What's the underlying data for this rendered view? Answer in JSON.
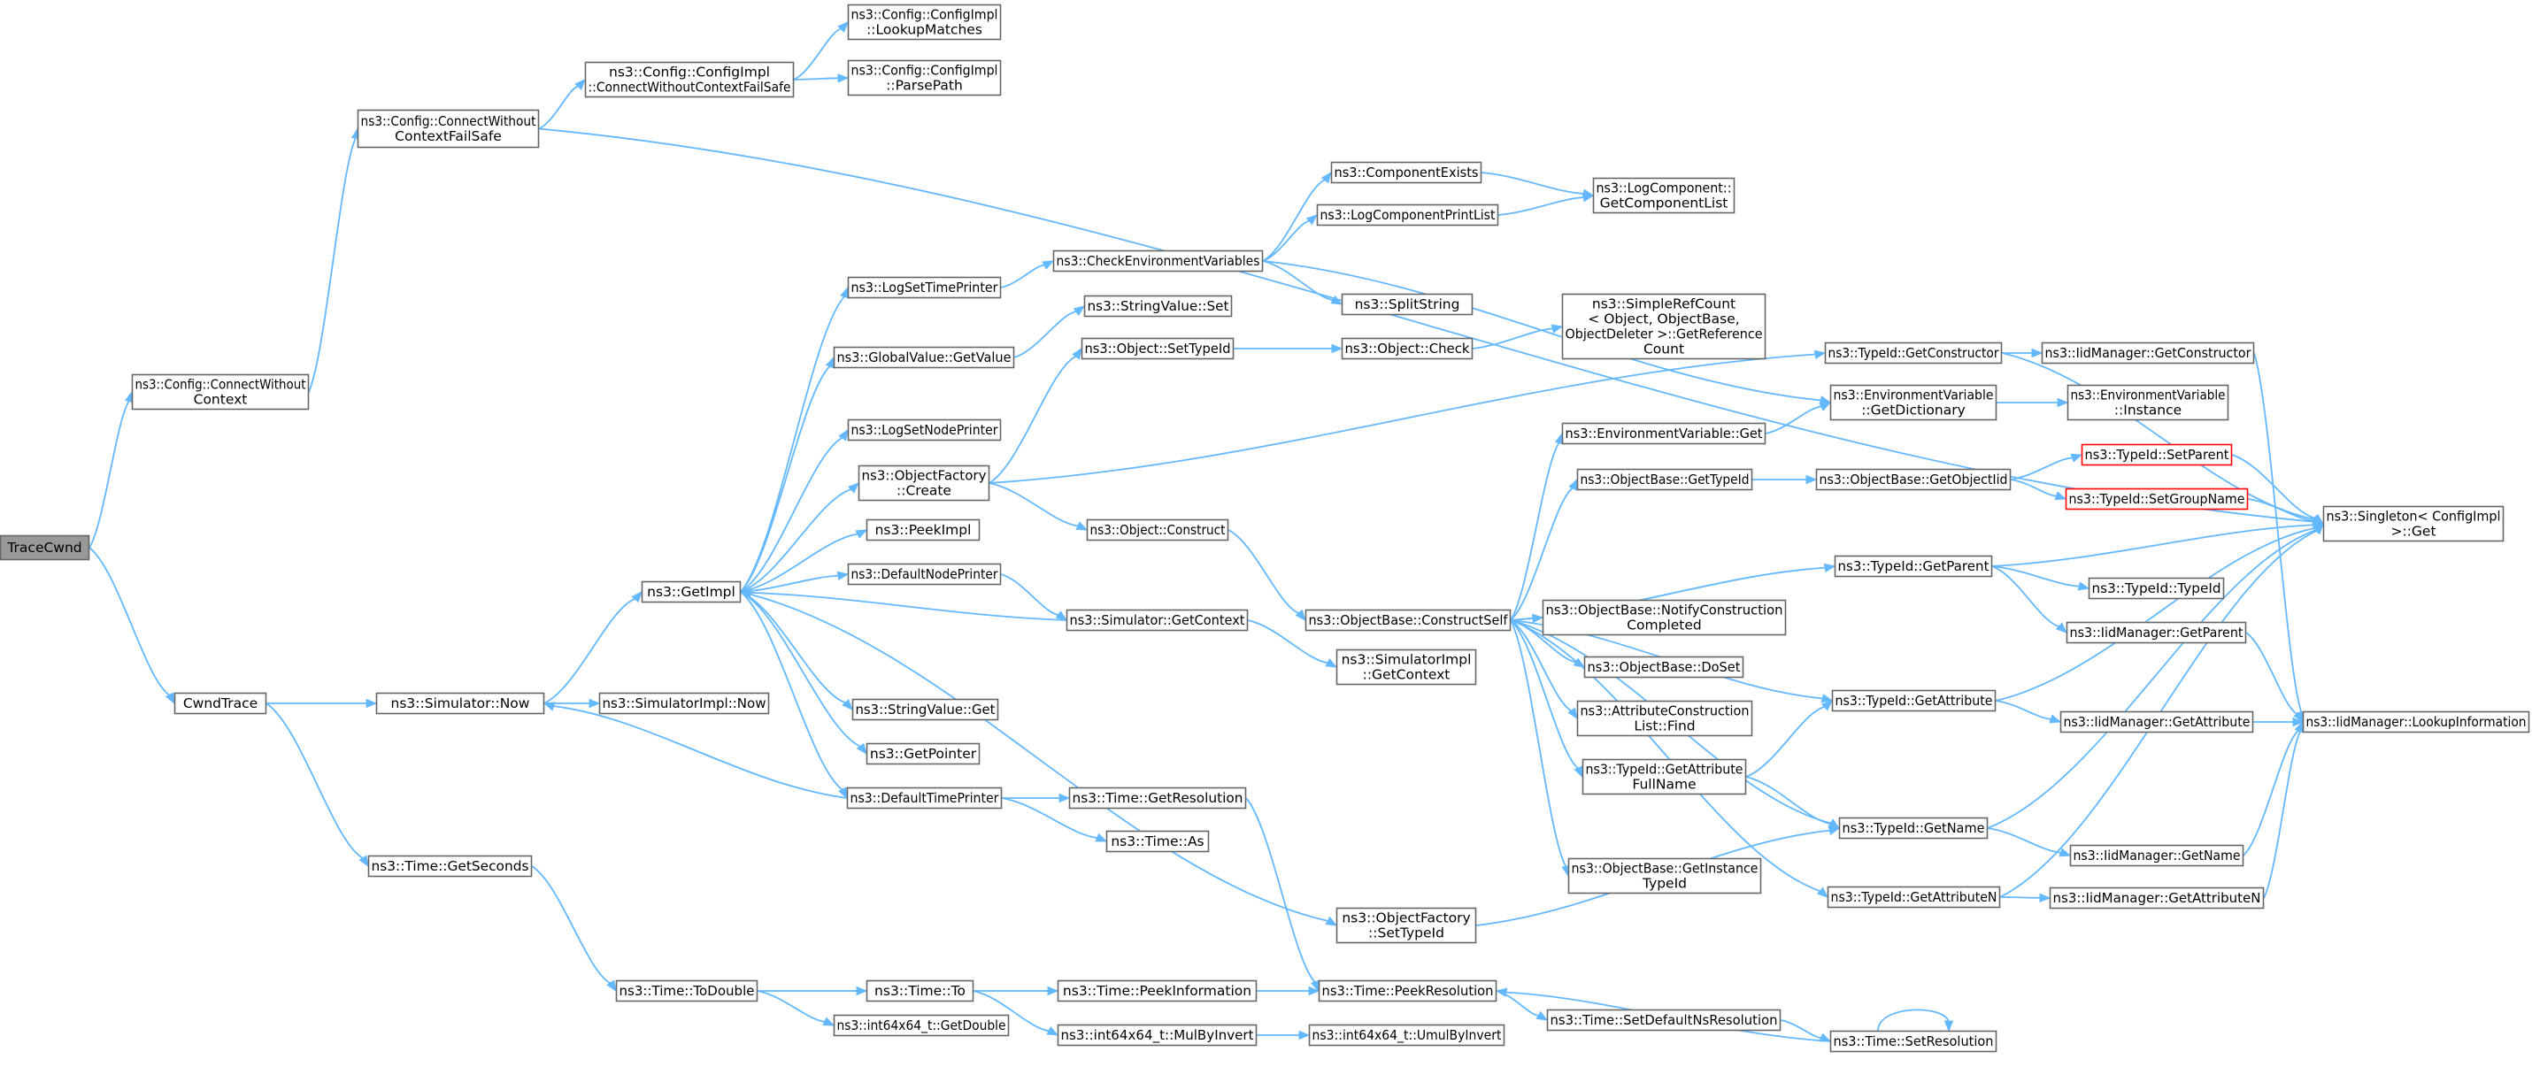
{
  "colors": {
    "edge": "#63b8ff",
    "border": "#666666",
    "root_fill": "#999999",
    "highlight_border": "#ff0000"
  },
  "nodes": [
    {
      "id": "n_tracecwnd",
      "lines": [
        "TraceCwnd"
      ],
      "root": true
    },
    {
      "id": "n_connectwithoutcontext",
      "lines": [
        "ns3::Config::ConnectWithout",
        "Context"
      ]
    },
    {
      "id": "n_cwndtrace",
      "lines": [
        "CwndTrace"
      ]
    },
    {
      "id": "n_connectwithoutcontextfailsafe",
      "lines": [
        "ns3::Config::ConnectWithout",
        "ContextFailSafe"
      ]
    },
    {
      "id": "n_configimpl_connectfailsafe",
      "lines": [
        "ns3::Config::ConfigImpl",
        "::ConnectWithoutContextFailSafe"
      ]
    },
    {
      "id": "n_configimpl_lookupmatches",
      "lines": [
        "ns3::Config::ConfigImpl",
        "::LookupMatches"
      ]
    },
    {
      "id": "n_configimpl_parsepath",
      "lines": [
        "ns3::Config::ConfigImpl",
        "::ParsePath"
      ]
    },
    {
      "id": "n_simulator_now",
      "lines": [
        "ns3::Simulator::Now"
      ]
    },
    {
      "id": "n_simulatorimpl_now",
      "lines": [
        "ns3::SimulatorImpl::Now"
      ]
    },
    {
      "id": "n_time_getseconds",
      "lines": [
        "ns3::Time::GetSeconds"
      ]
    },
    {
      "id": "n_time_todouble",
      "lines": [
        "ns3::Time::ToDouble"
      ]
    },
    {
      "id": "n_time_to",
      "lines": [
        "ns3::Time::To"
      ]
    },
    {
      "id": "n_int64_getdouble",
      "lines": [
        "ns3::int64x64_t::GetDouble"
      ]
    },
    {
      "id": "n_getimpl",
      "lines": [
        "ns3::GetImpl"
      ]
    },
    {
      "id": "n_logsettimeprinter",
      "lines": [
        "ns3::LogSetTimePrinter"
      ]
    },
    {
      "id": "n_globalvalue_getvalue",
      "lines": [
        "ns3::GlobalValue::GetValue"
      ]
    },
    {
      "id": "n_logsetnodeprinter",
      "lines": [
        "ns3::LogSetNodePrinter"
      ]
    },
    {
      "id": "n_objectfactory_create",
      "lines": [
        "ns3::ObjectFactory",
        "::Create"
      ]
    },
    {
      "id": "n_peekimpl",
      "lines": [
        "ns3::PeekImpl"
      ]
    },
    {
      "id": "n_defaultnodeprinter",
      "lines": [
        "ns3::DefaultNodePrinter"
      ]
    },
    {
      "id": "n_stringvalue_get",
      "lines": [
        "ns3::StringValue::Get"
      ]
    },
    {
      "id": "n_getpointer",
      "lines": [
        "ns3::GetPointer"
      ]
    },
    {
      "id": "n_defaulttimeprinter",
      "lines": [
        "ns3::DefaultTimePrinter"
      ]
    },
    {
      "id": "n_checkenvvars",
      "lines": [
        "ns3::CheckEnvironmentVariables"
      ]
    },
    {
      "id": "n_stringvalue_set",
      "lines": [
        "ns3::StringValue::Set"
      ]
    },
    {
      "id": "n_object_settypeid",
      "lines": [
        "ns3::Object::SetTypeId"
      ]
    },
    {
      "id": "n_object_construct",
      "lines": [
        "ns3::Object::Construct"
      ]
    },
    {
      "id": "n_simulator_getcontext",
      "lines": [
        "ns3::Simulator::GetContext"
      ]
    },
    {
      "id": "n_time_getresolution",
      "lines": [
        "ns3::Time::GetResolution"
      ]
    },
    {
      "id": "n_time_as",
      "lines": [
        "ns3::Time::As"
      ]
    },
    {
      "id": "n_time_peekinformation",
      "lines": [
        "ns3::Time::PeekInformation"
      ]
    },
    {
      "id": "n_int64_mulbyinvert",
      "lines": [
        "ns3::int64x64_t::MulByInvert"
      ]
    },
    {
      "id": "n_componentexists",
      "lines": [
        "ns3::ComponentExists"
      ]
    },
    {
      "id": "n_logcomponentprintlist",
      "lines": [
        "ns3::LogComponentPrintList"
      ]
    },
    {
      "id": "n_splitstring",
      "lines": [
        "ns3::SplitString"
      ]
    },
    {
      "id": "n_object_check",
      "lines": [
        "ns3::Object::Check"
      ]
    },
    {
      "id": "n_objectbase_constructself",
      "lines": [
        "ns3::ObjectBase::ConstructSelf"
      ]
    },
    {
      "id": "n_simulatorimpl_getcontext",
      "lines": [
        "ns3::SimulatorImpl",
        "::GetContext"
      ]
    },
    {
      "id": "n_objectfactory_settypeid",
      "lines": [
        "ns3::ObjectFactory",
        "::SetTypeId"
      ]
    },
    {
      "id": "n_time_peekresolution",
      "lines": [
        "ns3::Time::PeekResolution"
      ]
    },
    {
      "id": "n_int64_umulbyinvert",
      "lines": [
        "ns3::int64x64_t::UmulByInvert"
      ]
    },
    {
      "id": "n_logcomponent_getcomponentlist",
      "lines": [
        "ns3::LogComponent::",
        "GetComponentList"
      ]
    },
    {
      "id": "n_simplerefcount",
      "lines": [
        "ns3::SimpleRefCount",
        "< Object, ObjectBase,",
        "ObjectDeleter >::GetReference",
        "Count"
      ]
    },
    {
      "id": "n_envvar_get",
      "lines": [
        "ns3::EnvironmentVariable::Get"
      ]
    },
    {
      "id": "n_objectbase_gettypeid",
      "lines": [
        "ns3::ObjectBase::GetTypeId"
      ]
    },
    {
      "id": "n_objectbase_notify",
      "lines": [
        "ns3::ObjectBase::NotifyConstruction",
        "Completed"
      ]
    },
    {
      "id": "n_objectbase_doset",
      "lines": [
        "ns3::ObjectBase::DoSet"
      ]
    },
    {
      "id": "n_attrconstructionlist_find",
      "lines": [
        "ns3::AttributeConstruction",
        "List::Find"
      ]
    },
    {
      "id": "n_typeid_getattributefullname",
      "lines": [
        "ns3::TypeId::GetAttribute",
        "FullName"
      ]
    },
    {
      "id": "n_objectbase_getinstancetypeid",
      "lines": [
        "ns3::ObjectBase::GetInstance",
        "TypeId"
      ]
    },
    {
      "id": "n_time_setdefaultnsresolution",
      "lines": [
        "ns3::Time::SetDefaultNsResolution"
      ]
    },
    {
      "id": "n_typeid_getconstructor",
      "lines": [
        "ns3::TypeId::GetConstructor"
      ]
    },
    {
      "id": "n_envvar_getdictionary",
      "lines": [
        "ns3::EnvironmentVariable",
        "::GetDictionary"
      ]
    },
    {
      "id": "n_objectbase_getobjectiid",
      "lines": [
        "ns3::ObjectBase::GetObjectIid"
      ]
    },
    {
      "id": "n_typeid_getparent",
      "lines": [
        "ns3::TypeId::GetParent"
      ]
    },
    {
      "id": "n_typeid_getattribute",
      "lines": [
        "ns3::TypeId::GetAttribute"
      ]
    },
    {
      "id": "n_typeid_getname",
      "lines": [
        "ns3::TypeId::GetName"
      ]
    },
    {
      "id": "n_typeid_getattributen",
      "lines": [
        "ns3::TypeId::GetAttributeN"
      ]
    },
    {
      "id": "n_time_setresolution",
      "lines": [
        "ns3::Time::SetResolution"
      ]
    },
    {
      "id": "n_iidmanager_getconstructor",
      "lines": [
        "ns3::IidManager::GetConstructor"
      ]
    },
    {
      "id": "n_envvar_instance",
      "lines": [
        "ns3::EnvironmentVariable",
        "::Instance"
      ]
    },
    {
      "id": "n_typeid_setparent",
      "lines": [
        "ns3::TypeId::SetParent"
      ],
      "highlight": true
    },
    {
      "id": "n_typeid_setgroupname",
      "lines": [
        "ns3::TypeId::SetGroupName"
      ],
      "highlight": true
    },
    {
      "id": "n_typeid_typeid",
      "lines": [
        "ns3::TypeId::TypeId"
      ]
    },
    {
      "id": "n_iidmanager_getparent",
      "lines": [
        "ns3::IidManager::GetParent"
      ]
    },
    {
      "id": "n_iidmanager_getattribute",
      "lines": [
        "ns3::IidManager::GetAttribute"
      ]
    },
    {
      "id": "n_iidmanager_getname",
      "lines": [
        "ns3::IidManager::GetName"
      ]
    },
    {
      "id": "n_iidmanager_getattributen",
      "lines": [
        "ns3::IidManager::GetAttributeN"
      ]
    },
    {
      "id": "n_singleton_get",
      "lines": [
        "ns3::Singleton< ConfigImpl",
        ">::Get"
      ]
    },
    {
      "id": "n_iidmanager_lookupinformation",
      "lines": [
        "ns3::IidManager::LookupInformation"
      ]
    }
  ],
  "edges": [
    [
      "n_tracecwnd",
      "n_connectwithoutcontext"
    ],
    [
      "n_tracecwnd",
      "n_cwndtrace"
    ],
    [
      "n_connectwithoutcontext",
      "n_connectwithoutcontextfailsafe"
    ],
    [
      "n_connectwithoutcontextfailsafe",
      "n_configimpl_connectfailsafe"
    ],
    [
      "n_connectwithoutcontextfailsafe",
      "n_singleton_get"
    ],
    [
      "n_configimpl_connectfailsafe",
      "n_configimpl_lookupmatches"
    ],
    [
      "n_configimpl_connectfailsafe",
      "n_configimpl_parsepath"
    ],
    [
      "n_cwndtrace",
      "n_simulator_now"
    ],
    [
      "n_cwndtrace",
      "n_time_getseconds"
    ],
    [
      "n_simulator_now",
      "n_getimpl"
    ],
    [
      "n_simulator_now",
      "n_simulatorimpl_now"
    ],
    [
      "n_time_getseconds",
      "n_time_todouble"
    ],
    [
      "n_time_todouble",
      "n_time_to"
    ],
    [
      "n_time_todouble",
      "n_int64_getdouble"
    ],
    [
      "n_time_to",
      "n_time_peekinformation"
    ],
    [
      "n_time_to",
      "n_int64_mulbyinvert"
    ],
    [
      "n_time_peekinformation",
      "n_time_peekresolution"
    ],
    [
      "n_int64_mulbyinvert",
      "n_int64_umulbyinvert"
    ],
    [
      "n_getimpl",
      "n_logsettimeprinter"
    ],
    [
      "n_getimpl",
      "n_globalvalue_getvalue"
    ],
    [
      "n_getimpl",
      "n_logsetnodeprinter"
    ],
    [
      "n_getimpl",
      "n_objectfactory_create"
    ],
    [
      "n_getimpl",
      "n_peekimpl"
    ],
    [
      "n_getimpl",
      "n_defaultnodeprinter"
    ],
    [
      "n_getimpl",
      "n_stringvalue_get"
    ],
    [
      "n_getimpl",
      "n_getpointer"
    ],
    [
      "n_getimpl",
      "n_defaulttimeprinter"
    ],
    [
      "n_getimpl",
      "n_objectfactory_settypeid"
    ],
    [
      "n_logsettimeprinter",
      "n_checkenvvars"
    ],
    [
      "n_globalvalue_getvalue",
      "n_stringvalue_set"
    ],
    [
      "n_objectfactory_create",
      "n_object_settypeid"
    ],
    [
      "n_objectfactory_create",
      "n_object_construct"
    ],
    [
      "n_objectfactory_create",
      "n_typeid_getconstructor"
    ],
    [
      "n_defaultnodeprinter",
      "n_simulator_getcontext"
    ],
    [
      "n_simulator_getcontext",
      "n_getimpl"
    ],
    [
      "n_simulator_getcontext",
      "n_simulatorimpl_getcontext"
    ],
    [
      "n_defaulttimeprinter",
      "n_simulator_now"
    ],
    [
      "n_defaulttimeprinter",
      "n_time_getresolution"
    ],
    [
      "n_defaulttimeprinter",
      "n_time_as"
    ],
    [
      "n_time_getresolution",
      "n_time_peekresolution"
    ],
    [
      "n_checkenvvars",
      "n_componentexists"
    ],
    [
      "n_checkenvvars",
      "n_logcomponentprintlist"
    ],
    [
      "n_checkenvvars",
      "n_splitstring"
    ],
    [
      "n_checkenvvars",
      "n_envvar_getdictionary"
    ],
    [
      "n_componentexists",
      "n_logcomponent_getcomponentlist"
    ],
    [
      "n_logcomponentprintlist",
      "n_logcomponent_getcomponentlist"
    ],
    [
      "n_object_settypeid",
      "n_object_check"
    ],
    [
      "n_object_check",
      "n_simplerefcount"
    ],
    [
      "n_object_construct",
      "n_objectbase_constructself"
    ],
    [
      "n_objectbase_constructself",
      "n_envvar_get"
    ],
    [
      "n_objectbase_constructself",
      "n_objectbase_gettypeid"
    ],
    [
      "n_objectbase_constructself",
      "n_typeid_getparent"
    ],
    [
      "n_objectbase_constructself",
      "n_objectbase_notify"
    ],
    [
      "n_objectbase_constructself",
      "n_objectbase_doset"
    ],
    [
      "n_objectbase_constructself",
      "n_typeid_getattribute"
    ],
    [
      "n_objectbase_constructself",
      "n_attrconstructionlist_find"
    ],
    [
      "n_objectbase_constructself",
      "n_typeid_getattributefullname"
    ],
    [
      "n_objectbase_constructself",
      "n_typeid_getname"
    ],
    [
      "n_objectbase_constructself",
      "n_objectbase_getinstancetypeid"
    ],
    [
      "n_objectbase_constructself",
      "n_typeid_getattributen"
    ],
    [
      "n_envvar_get",
      "n_envvar_getdictionary"
    ],
    [
      "n_envvar_getdictionary",
      "n_envvar_instance"
    ],
    [
      "n_objectbase_gettypeid",
      "n_objectbase_getobjectiid"
    ],
    [
      "n_objectbase_getobjectiid",
      "n_typeid_setparent"
    ],
    [
      "n_objectbase_getobjectiid",
      "n_typeid_setgroupname"
    ],
    [
      "n_typeid_setparent",
      "n_singleton_get"
    ],
    [
      "n_typeid_setgroupname",
      "n_singleton_get"
    ],
    [
      "n_typeid_getconstructor",
      "n_iidmanager_getconstructor"
    ],
    [
      "n_typeid_getconstructor",
      "n_singleton_get"
    ],
    [
      "n_iidmanager_getconstructor",
      "n_iidmanager_lookupinformation"
    ],
    [
      "n_typeid_getparent",
      "n_singleton_get"
    ],
    [
      "n_typeid_getparent",
      "n_typeid_typeid"
    ],
    [
      "n_typeid_getparent",
      "n_iidmanager_getparent"
    ],
    [
      "n_iidmanager_getparent",
      "n_iidmanager_lookupinformation"
    ],
    [
      "n_typeid_getattribute",
      "n_iidmanager_getattribute"
    ],
    [
      "n_typeid_getattribute",
      "n_singleton_get"
    ],
    [
      "n_iidmanager_getattribute",
      "n_iidmanager_lookupinformation"
    ],
    [
      "n_typeid_getattributefullname",
      "n_typeid_getattribute"
    ],
    [
      "n_typeid_getattributefullname",
      "n_typeid_getname"
    ],
    [
      "n_typeid_getname",
      "n_iidmanager_getname"
    ],
    [
      "n_typeid_getname",
      "n_singleton_get"
    ],
    [
      "n_iidmanager_getname",
      "n_iidmanager_lookupinformation"
    ],
    [
      "n_typeid_getattributen",
      "n_iidmanager_getattributen"
    ],
    [
      "n_typeid_getattributen",
      "n_singleton_get"
    ],
    [
      "n_iidmanager_getattributen",
      "n_iidmanager_lookupinformation"
    ],
    [
      "n_objectfactory_settypeid",
      "n_typeid_getname"
    ],
    [
      "n_time_peekresolution",
      "n_time_setdefaultnsresolution"
    ],
    [
      "n_time_setdefaultnsresolution",
      "n_time_setresolution"
    ],
    [
      "n_time_setresolution",
      "n_time_peekresolution"
    ],
    [
      "n_time_setresolution",
      "n_time_setresolution"
    ]
  ]
}
